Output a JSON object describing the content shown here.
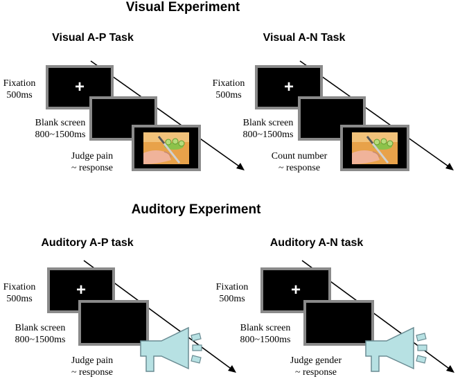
{
  "visual": {
    "title": "Visual Experiment",
    "ap": {
      "title": "Visual A-P Task",
      "fixation_label": "Fixation",
      "fixation_time": "500ms",
      "blank_label": "Blank screen",
      "blank_time": "800~1500ms",
      "response_line1": "Judge pain",
      "response_line2": "~ response"
    },
    "an": {
      "title": "Visual A-N Task",
      "fixation_label": "Fixation",
      "fixation_time": "500ms",
      "blank_label": "Blank screen",
      "blank_time": "800~1500ms",
      "response_line1": "Count  number",
      "response_line2": "~ response"
    }
  },
  "auditory": {
    "title": "Auditory Experiment",
    "ap": {
      "title": "Auditory A-P task",
      "fixation_label": "Fixation",
      "fixation_time": "500ms",
      "blank_label": "Blank screen",
      "blank_time": "800~1500ms",
      "response_line1": "Judge pain",
      "response_line2": "~ response"
    },
    "an": {
      "title": "Auditory A-N task",
      "fixation_label": "Fixation",
      "fixation_time": "500ms",
      "blank_label": "Blank screen",
      "blank_time": "800~1500ms",
      "response_line1": "Judge gender",
      "response_line2": "~ response"
    }
  },
  "fixation_symbol": "+",
  "colors": {
    "screen_fill": "#000000",
    "screen_border": "#8a8a8a",
    "speaker_fill": "#b7e1e3",
    "speaker_stroke": "#6a8c93",
    "photo_background": "#e8a24a",
    "cucumber": "#8cc24a",
    "hand": "#f0b39a"
  },
  "icons": {
    "stimulus_image": "hand-cutting-cucumber-photo",
    "sound_stimulus": "megaphone-speaker-icon"
  }
}
